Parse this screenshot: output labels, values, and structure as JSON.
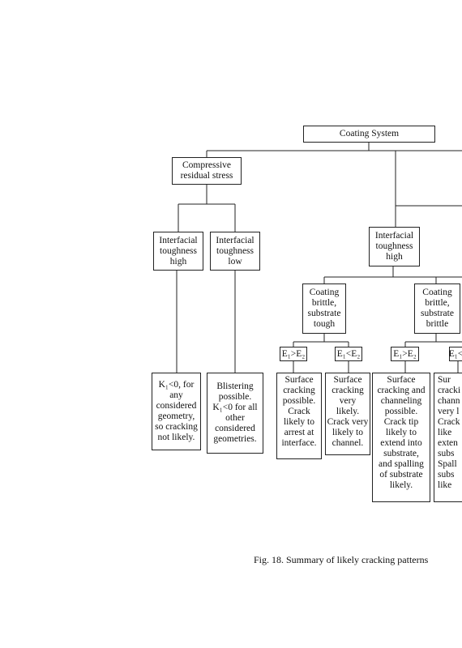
{
  "diagram": {
    "root": "Coating System",
    "compressive": "Compressive\nresidual stress",
    "left_branch": {
      "toughness_high": "Interfacial\ntoughness\nhigh",
      "toughness_low": "Interfacial\ntoughness\nlow",
      "outcome_high": "K₁<0, for\nany\nconsidered\ngeometry,\nso cracking\nnot likely.",
      "outcome_low": "Blistering\npossible.\nK₁<0 for all\nother\nconsidered\ngeometries."
    },
    "right_branch": {
      "toughness_high": "Interfacial\ntoughness\nhigh",
      "brittle_tough": "Coating\nbrittle,\nsubstrate\ntough",
      "brittle_brittle": "Coating\nbrittle,\nsubstrate\nbrittle",
      "cond1": "E₁>E₂",
      "cond2": "E₁<E₂",
      "cond3": "E₁>E₂",
      "cond4": "E₁<",
      "out1": "Surface\ncracking\npossible.\nCrack\nlikely to\narrest at\ninterface.",
      "out2": "Surface\ncracking\nvery\nlikely.\nCrack very\nlikely to\nchannel.",
      "out3": "Surface\ncracking and\nchanneling\npossible.\nCrack tip\nlikely to\nextend into\nsubstrate,\nand spalling\nof substrate\nlikely.",
      "out4": "Sur\ncracki\nchann\nvery l\nCrack\nlike\nexten\nsubs\nSpall\nsubs\nlike"
    },
    "caption": "Fig. 18. Summary of likely cracking patterns"
  }
}
